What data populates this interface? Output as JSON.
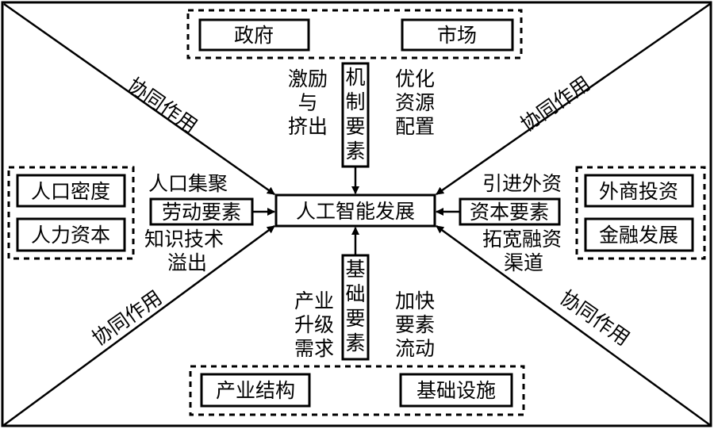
{
  "center": "人工智能发展",
  "synergy_label": "协同作用",
  "top": {
    "group": [
      "政府",
      "市场"
    ],
    "factor": [
      "机",
      "制",
      "要",
      "素"
    ],
    "left_text": [
      "激励",
      "与",
      "挤出"
    ],
    "right_text": [
      "优化",
      "资源",
      "配置"
    ]
  },
  "left": {
    "group": [
      "人口密度",
      "人力资本"
    ],
    "factor": "劳动要素",
    "top_text": "人口集聚",
    "bottom_text": [
      "知识技术",
      "溢出"
    ]
  },
  "right": {
    "group": [
      "外商投资",
      "金融发展"
    ],
    "factor": "资本要素",
    "top_text": "引进外资",
    "bottom_text": [
      "拓宽融资",
      "渠道"
    ]
  },
  "bottom": {
    "group": [
      "产业结构",
      "基础设施"
    ],
    "factor": [
      "基",
      "础",
      "要",
      "素"
    ],
    "left_text": [
      "产业",
      "升级",
      "需求"
    ],
    "right_text": [
      "加快",
      "要素",
      "流动"
    ]
  }
}
